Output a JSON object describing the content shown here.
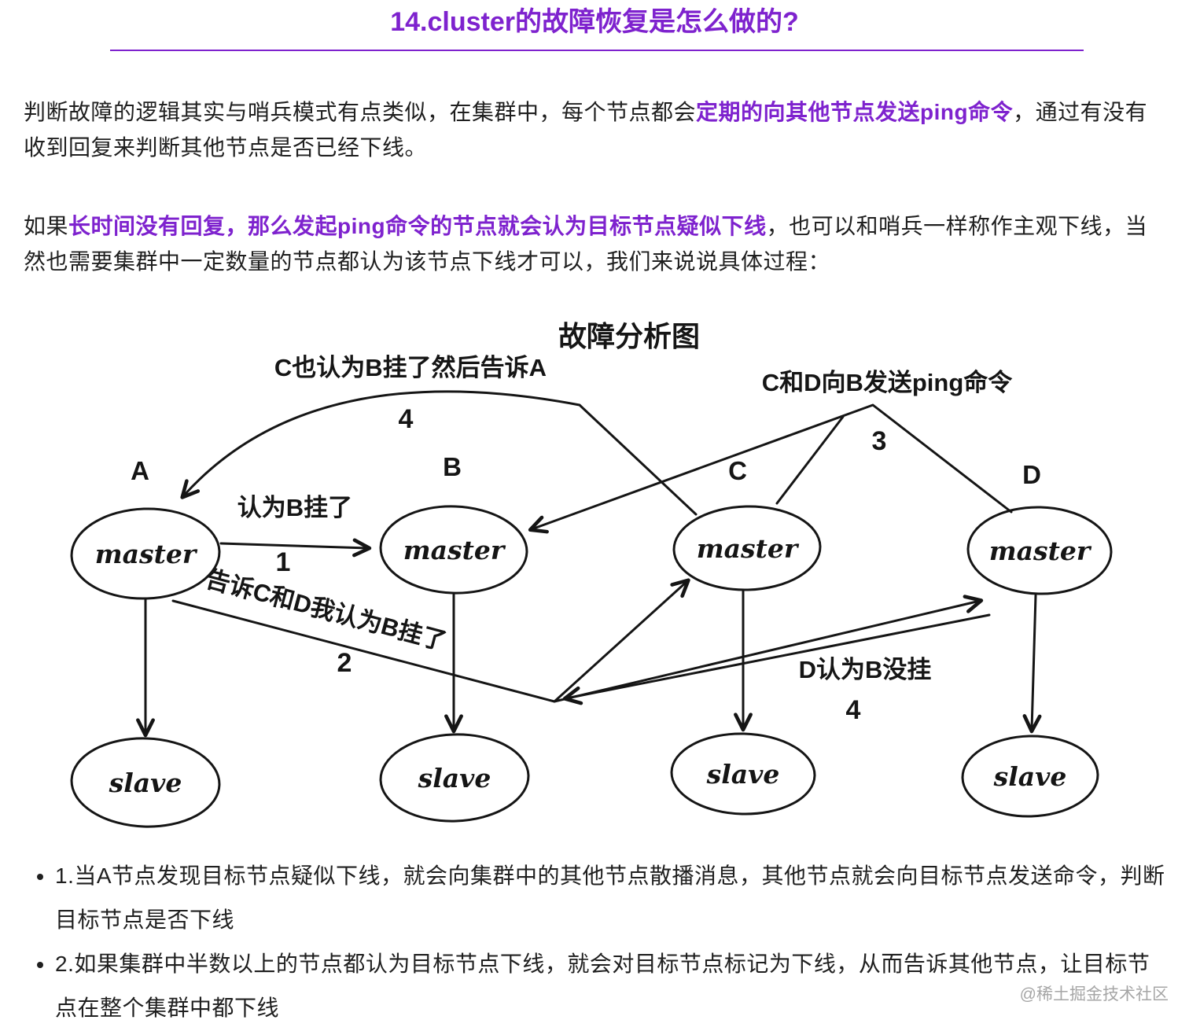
{
  "colors": {
    "accent": "#7e22ce",
    "text": "#1f1f1f",
    "ink": "#151515",
    "watermark": "#a6a6a6"
  },
  "header": {
    "title": "14.cluster的故障恢复是怎么做的?"
  },
  "paragraphs": {
    "p1": {
      "pre": "判断故障的逻辑其实与哨兵模式有点类似，在集群中，每个节点都会",
      "bold": "定期的向其他节点发送ping命令",
      "post": "，通过有没有收到回复来判断其他节点是否已经下线。"
    },
    "p2": {
      "pre": "如果",
      "bold": "长时间没有回复，那么发起ping命令的节点就会认为目标节点疑似下线",
      "post": "，也可以和哨兵一样称作主观下线，当然也需要集群中一定数量的节点都认为该节点下线才可以，我们来说说具体过程："
    }
  },
  "diagram": {
    "title": "故障分析图",
    "nodes": [
      {
        "letter": "A",
        "role_top": "master",
        "role_bottom": "slave"
      },
      {
        "letter": "B",
        "role_top": "master",
        "role_bottom": "slave"
      },
      {
        "letter": "C",
        "role_top": "master",
        "role_bottom": "slave"
      },
      {
        "letter": "D",
        "role_top": "master",
        "role_bottom": "slave"
      }
    ],
    "annotations": {
      "step1_label": "认为B挂了",
      "step1_num": "1",
      "step2_label": "告诉C和D我认为B挂了",
      "step2_num": "2",
      "step3_label": "C和D向B发送ping命令",
      "step3_num": "3",
      "step4_c_label": "C也认为B挂了然后告诉A",
      "step4_c_num": "4",
      "step4_d_label": "D认为B没挂",
      "step4_d_num": "4"
    }
  },
  "list": {
    "items": [
      "1.当A节点发现目标节点疑似下线，就会向集群中的其他节点散播消息，其他节点就会向目标节点发送命令，判断目标节点是否下线",
      "2.如果集群中半数以上的节点都认为目标节点下线，就会对目标节点标记为下线，从而告诉其他节点，让目标节点在整个集群中都下线"
    ]
  },
  "watermark": "@稀土掘金技术社区"
}
